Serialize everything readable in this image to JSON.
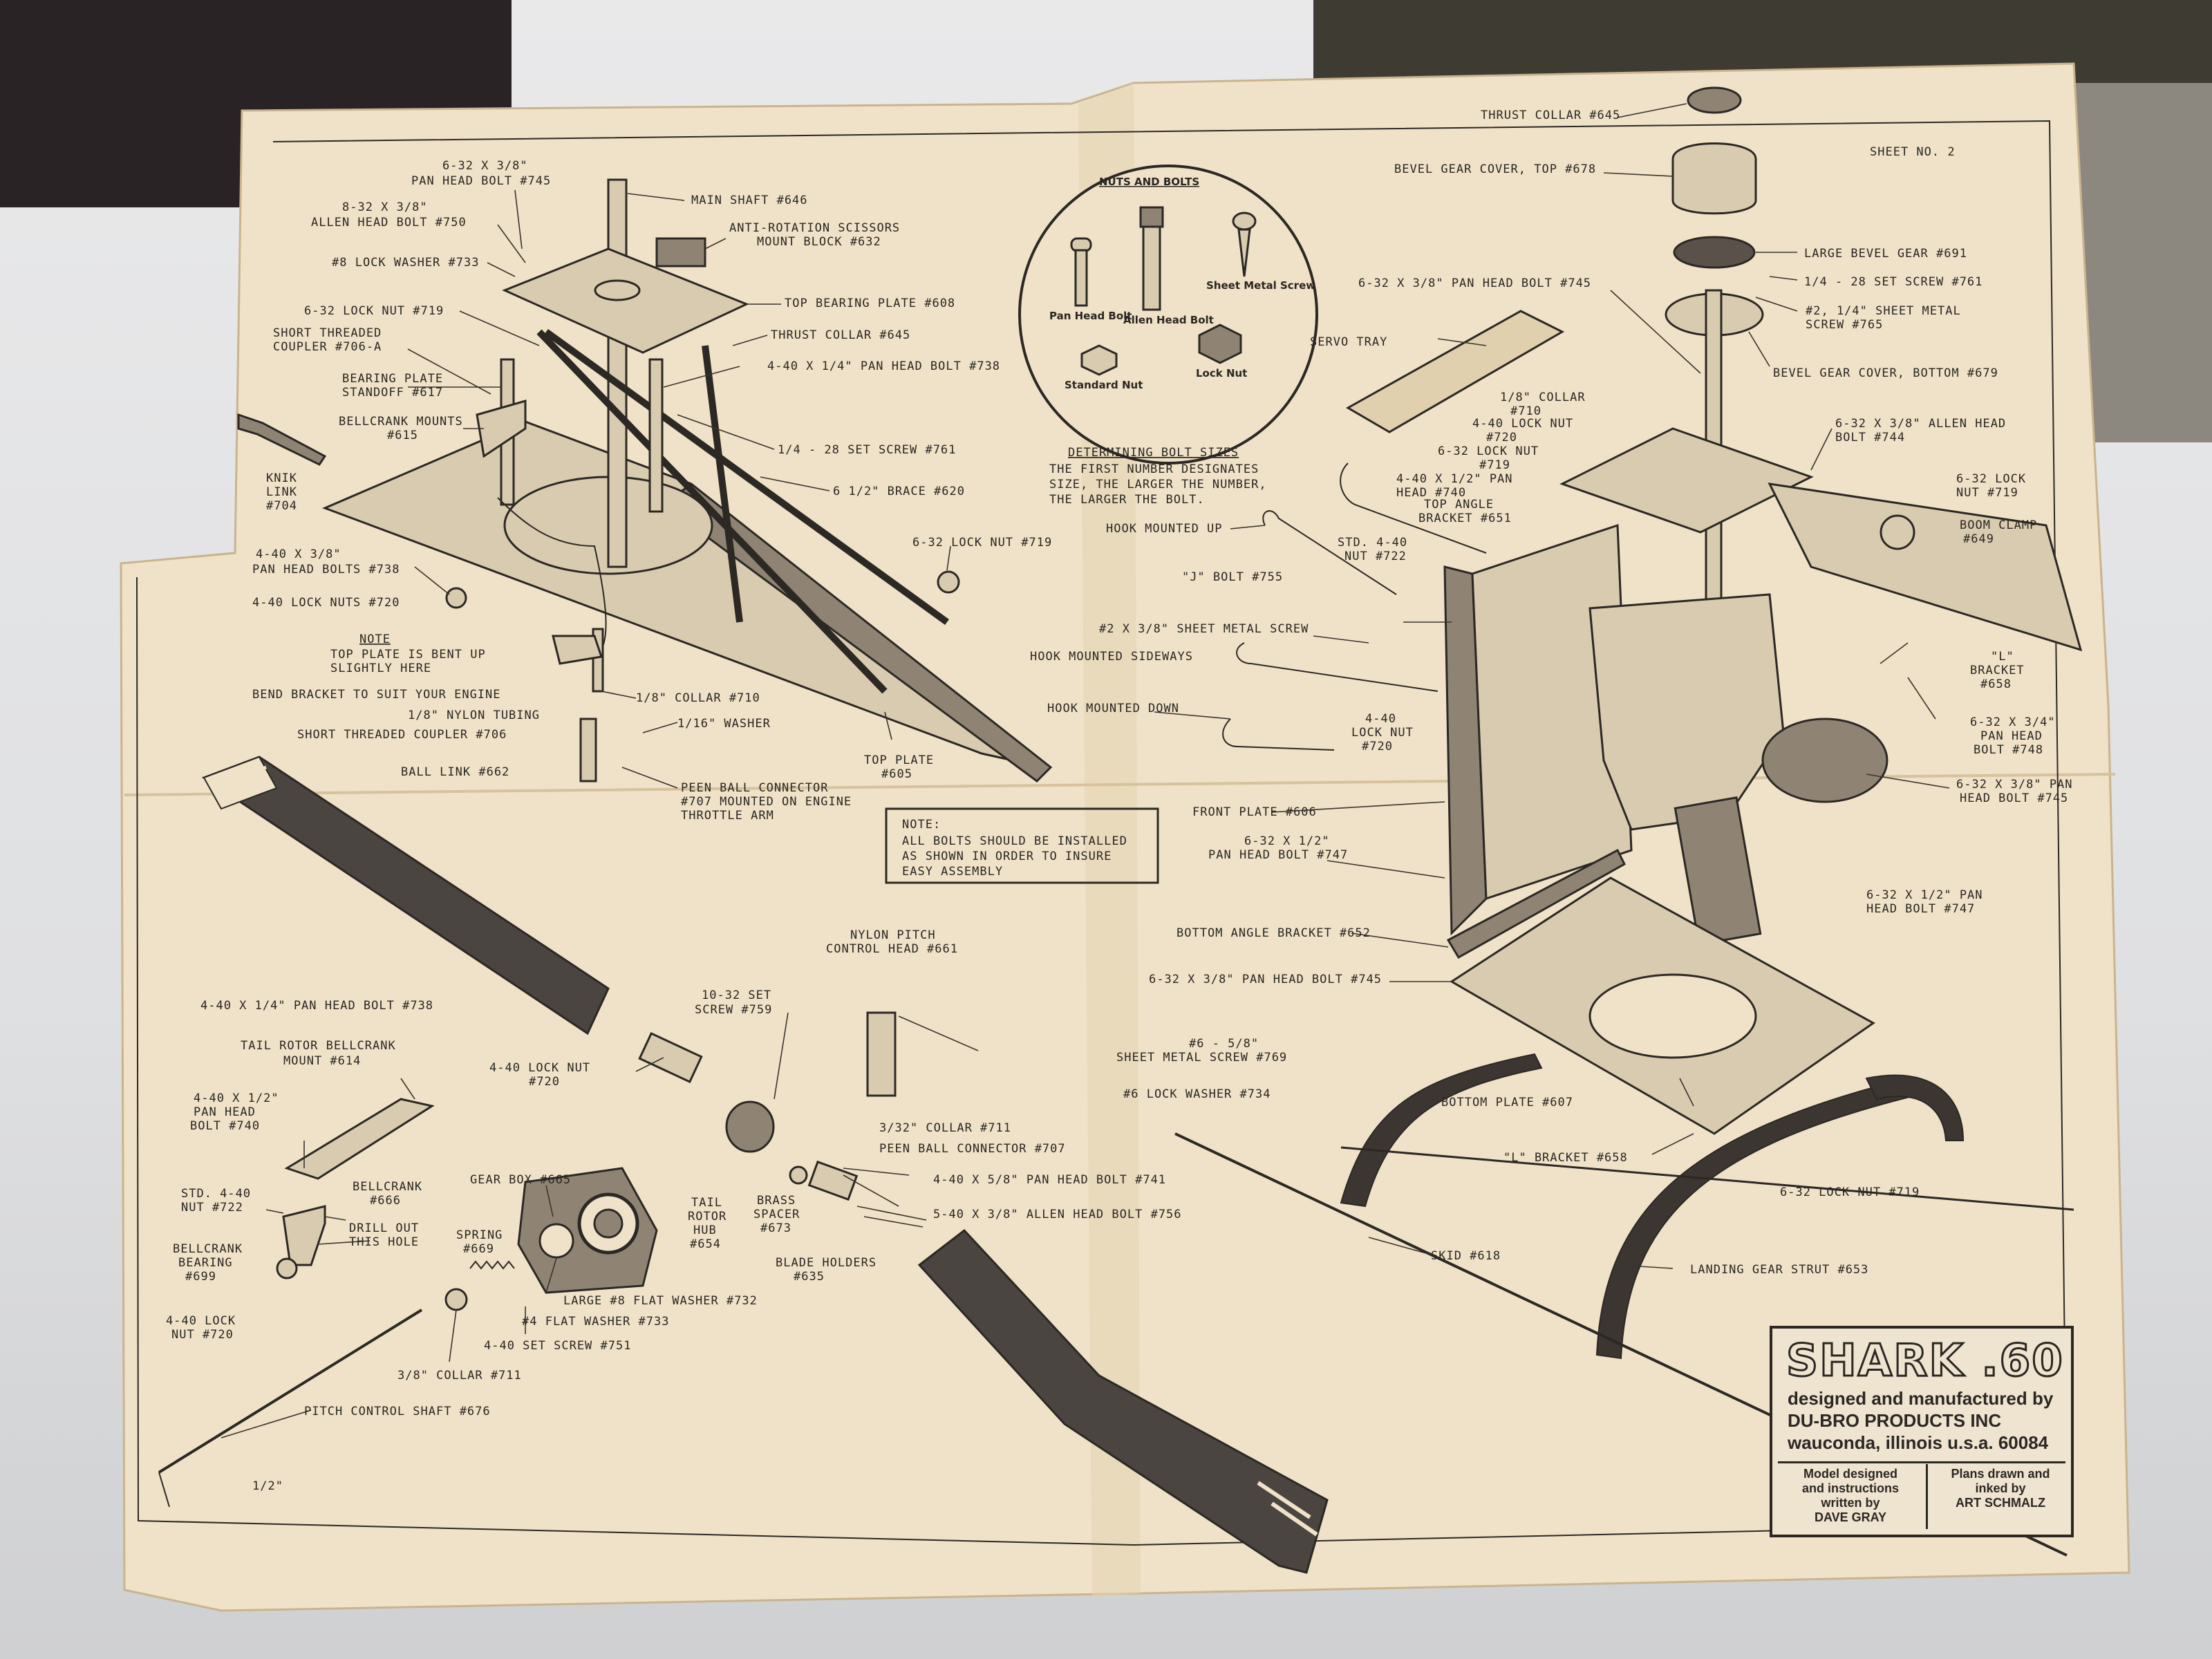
{
  "sheet": {
    "sheet_label": "SHEET NO. 2"
  },
  "nuts_and_bolts": {
    "title": "NUTS AND BOLTS",
    "pan_head": "Pan Head Bolt",
    "allen_head": "Allen Head Bolt",
    "sheet_metal": "Sheet Metal Screw",
    "standard_nut": "Standard Nut",
    "lock_nut": "Lock Nut",
    "determining_title": "DETERMINING BOLT SIZES",
    "determining_1": "THE FIRST NUMBER DESIGNATES",
    "determining_2": "SIZE, THE LARGER THE NUMBER,",
    "determining_3": "THE LARGER THE BOLT."
  },
  "note_box": {
    "title": "NOTE:",
    "line1": "ALL BOLTS SHOULD BE INSTALLED",
    "line2": "AS SHOWN IN ORDER TO INSURE",
    "line3": "EASY ASSEMBLY"
  },
  "labels_upper_left": {
    "pan_head_745_a": "6-32 X 3/8\"",
    "pan_head_745_b": "PAN HEAD BOLT #745",
    "allen_750_a": "8-32 X 3/8\"",
    "allen_750_b": "ALLEN HEAD BOLT #750",
    "lock_washer_733": "#8 LOCK WASHER #733",
    "lock_nut_719": "6-32 LOCK NUT #719",
    "coupler_706a_a": "SHORT THREADED",
    "coupler_706a_b": "COUPLER #706-A",
    "standoff_a": "BEARING PLATE",
    "standoff_b": "STANDOFF #617",
    "bellcrank_mounts_a": "BELLCRANK MOUNTS",
    "bellcrank_mounts_b": "#615",
    "knik_a": "KNIK",
    "knik_b": "LINK",
    "knik_c": "#704",
    "pan_738_a": "4-40 X 3/8\"",
    "pan_738_b": "PAN HEAD BOLTS #738",
    "lock_nuts_720": "4-40 LOCK NUTS #720",
    "note_title": "NOTE",
    "note_1": "TOP PLATE IS BENT UP",
    "note_2": "SLIGHTLY HERE",
    "bend_bracket": "BEND BRACKET TO SUIT YOUR ENGINE",
    "nylon_tubing": "1/8\" NYLON TUBING",
    "coupler_706": "SHORT THREADED COUPLER #706",
    "ball_link": "BALL LINK #662",
    "main_shaft": "MAIN SHAFT #646",
    "anti_rot_a": "ANTI-ROTATION SCISSORS",
    "anti_rot_b": "MOUNT BLOCK #632",
    "top_bearing": "TOP BEARING PLATE #608",
    "thrust_645": "THRUST COLLAR #645",
    "pan_738_c": "4-40 X 1/4\" PAN HEAD BOLT #738",
    "set_screw_761": "1/4 - 28 SET SCREW #761",
    "brace_620": "6 1/2\" BRACE #620",
    "lock_nut_719_b": "6-32 LOCK NUT #719",
    "collar_710": "1/8\" COLLAR #710",
    "washer_116": "1/16\" WASHER",
    "top_plate_a": "TOP PLATE",
    "top_plate_b": "#605",
    "peen_a": "PEEN BALL CONNECTOR",
    "peen_b": "#707 MOUNTED ON ENGINE",
    "peen_c": "THROTTLE ARM"
  },
  "labels_lower_left": {
    "pan_738_d": "4-40 X 1/4\" PAN HEAD BOLT #738",
    "tail_bellcrank_a": "TAIL ROTOR BELLCRANK",
    "tail_bellcrank_b": "MOUNT #614",
    "pan_740_a": "4-40 X 1/2\"",
    "pan_740_b": "PAN HEAD",
    "pan_740_c": "BOLT #740",
    "std_nut_a": "STD. 4-40",
    "std_nut_b": "NUT #722",
    "bellcrank_666_a": "BELLCRANK",
    "bellcrank_666_b": "#666",
    "drill_a": "DRILL OUT",
    "drill_b": "THIS HOLE",
    "bearing_699_a": "BELLCRANK",
    "bearing_699_b": "BEARING",
    "bearing_699_c": "#699",
    "lock_720_a": "4-40 LOCK",
    "lock_720_b": "NUT #720",
    "collar_711_a": "3/8\" COLLAR #711",
    "pitch_shaft": "PITCH CONTROL SHAFT #676",
    "half_inch": "1/2\"",
    "gear_box": "GEAR BOX #665",
    "spring_a": "SPRING",
    "spring_b": "#669",
    "washer_732": "LARGE #8 FLAT WASHER #732",
    "washer_733": "#4 FLAT WASHER #733",
    "set_751": "4-40 SET SCREW #751",
    "lock_nut_720_c": "4-40 LOCK NUT",
    "lock_nut_720_d": "#720",
    "set_759_a": "10-32 SET",
    "set_759_b": "SCREW #759",
    "nylon_head_a": "NYLON PITCH",
    "nylon_head_b": "CONTROL HEAD #661",
    "collar_711_b": "3/32\" COLLAR #711",
    "peen_707": "PEEN BALL CONNECTOR #707",
    "pan_741": "4-40 X 5/8\" PAN HEAD BOLT #741",
    "allen_756": "5-40 X 3/8\" ALLEN HEAD BOLT #756",
    "hub_a": "TAIL",
    "hub_b": "ROTOR",
    "hub_c": "HUB",
    "hub_d": "#654",
    "spacer_a": "BRASS",
    "spacer_b": "SPACER",
    "spacer_c": "#673",
    "blade_holders_a": "BLADE HOLDERS",
    "blade_holders_b": "#635"
  },
  "labels_right": {
    "thrust_collar": "THRUST COLLAR #645",
    "bevel_top": "BEVEL GEAR COVER, TOP #678",
    "large_bevel": "LARGE BEVEL GEAR #691",
    "set_761": "1/4 - 28 SET SCREW #761",
    "sheet_metal_765_a": "#2, 1/4\" SHEET METAL",
    "sheet_metal_765_b": "SCREW #765",
    "pan_745_r": "6-32 X 3/8\" PAN HEAD BOLT #745",
    "servo_tray": "SERVO TRAY",
    "bevel_bottom": "BEVEL GEAR COVER, BOTTOM #679",
    "collar_710_a": "1/8\" COLLAR",
    "collar_710_b": "#710",
    "lock_720_r_a": "4-40 LOCK NUT",
    "lock_720_r_b": "#720",
    "lock_719_r_a": "6-32 LOCK NUT",
    "lock_719_r_b": "#719",
    "pan_740_r_a": "4-40 X 1/2\" PAN",
    "pan_740_r_b": "HEAD #740",
    "top_angle_a": "TOP ANGLE",
    "top_angle_b": "BRACKET #651",
    "allen_744_a": "6-32 X 3/8\" ALLEN HEAD",
    "allen_744_b": "BOLT #744",
    "lock_719_c_a": "6-32 LOCK",
    "lock_719_c_b": "NUT #719",
    "boom_clamp_a": "BOOM CLAMP",
    "boom_clamp_b": "#649",
    "hook_up": "HOOK MOUNTED UP",
    "std_722_a": "STD. 4-40",
    "std_722_b": "NUT #722",
    "j_bolt": "\"J\" BOLT #755",
    "sheet_metal_2": "#2 X 3/8\" SHEET METAL SCREW",
    "hook_side": "HOOK MOUNTED SIDEWAYS",
    "hook_down": "HOOK MOUNTED DOWN",
    "lock_720_s_a": "4-40",
    "lock_720_s_b": "LOCK NUT",
    "lock_720_s_c": "#720",
    "l_bracket_a": "\"L\"",
    "l_bracket_b": "BRACKET",
    "l_bracket_c": "#658",
    "pan_748_a": "6-32 X 3/4\"",
    "pan_748_b": "PAN HEAD",
    "pan_748_c": "BOLT #748",
    "pan_745_s_a": "6-32 X 3/8\" PAN",
    "pan_745_s_b": "HEAD BOLT #745",
    "front_plate": "FRONT PLATE #606",
    "pan_747_a": "6-32 X 1/2\"",
    "pan_747_b": "PAN HEAD BOLT #747",
    "pan_747_r_a": "6-32 X 1/2\" PAN",
    "pan_747_r_b": "HEAD BOLT #747",
    "bottom_angle": "BOTTOM ANGLE BRACKET #652",
    "pan_745_b": "6-32 X 3/8\" PAN HEAD BOLT #745",
    "sheet_769_a": "#6 - 5/8\"",
    "sheet_769_b": "SHEET METAL SCREW #769",
    "lock_washer_734": "#6 LOCK WASHER #734",
    "bottom_plate": "BOTTOM PLATE #607",
    "l_bracket_658": "\"L\" BRACKET #658",
    "lock_719_d": "6-32 LOCK NUT #719",
    "skid": "SKID #618",
    "landing_strut": "LANDING GEAR STRUT #653"
  },
  "title_block": {
    "product": "SHARK .60",
    "line1": "designed and manufactured by",
    "line2": "DU-BRO PRODUCTS INC",
    "line3": "wauconda, illinois u.s.a. 60084",
    "left_1": "Model designed",
    "left_2": "and instructions",
    "left_3": "written by",
    "left_4": "DAVE GRAY",
    "right_1": "Plans drawn and",
    "right_2": "inked by",
    "right_3": "ART SCHMALZ"
  },
  "colors": {
    "paper": "#efe2c8",
    "ink": "#2a2622"
  }
}
